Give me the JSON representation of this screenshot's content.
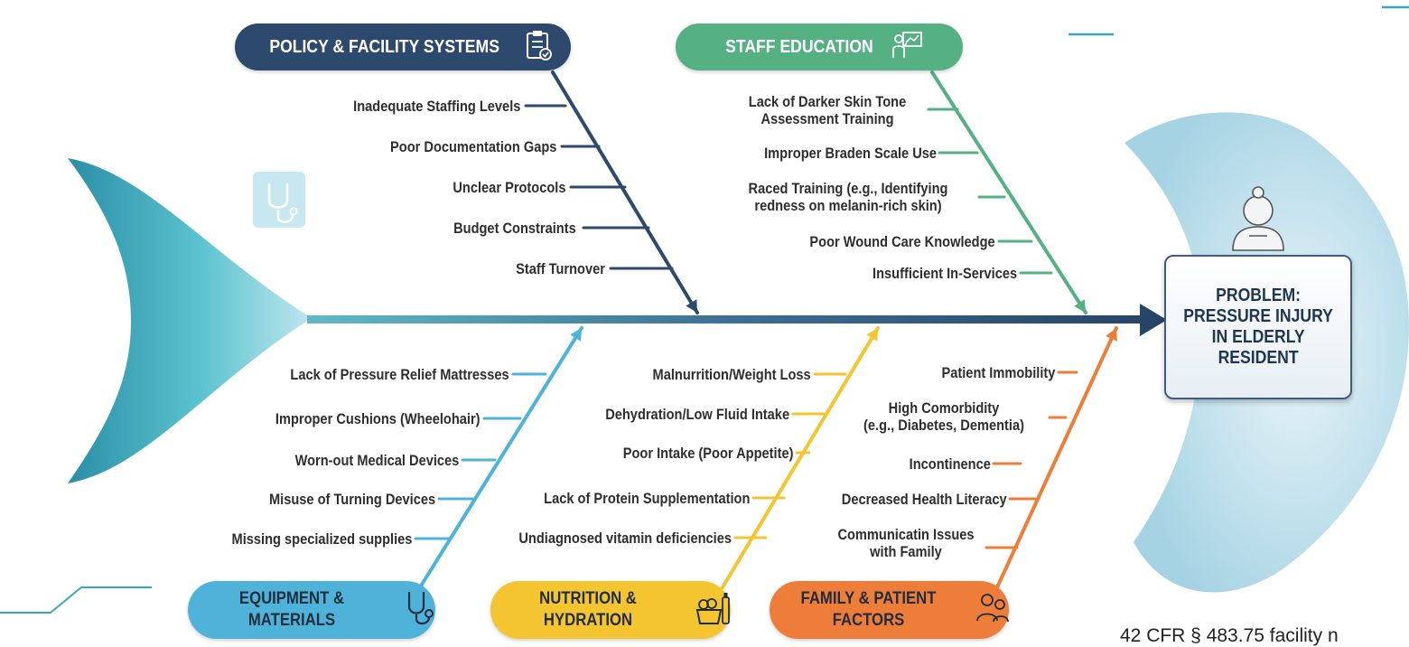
{
  "problem": {
    "lines": [
      "PROBLEM:",
      "PRESSURE INJURY",
      "IN ELDERLY",
      "RESIDENT"
    ]
  },
  "categories": {
    "policy": {
      "title": "POLICY & FACILITY SYSTEMS",
      "color": "#2d4a6e",
      "causes": [
        "Inadequate Staffing Levels",
        "Poor Documentation Gaps",
        "Unclear Protocols",
        "Budget Constraints",
        "Staff Turnover"
      ]
    },
    "staff": {
      "title": "STAFF EDUCATION",
      "color": "#55b083",
      "causes": [
        {
          "lines": [
            "Lack of Darker Skin Tone",
            "Assessment Training"
          ]
        },
        {
          "lines": [
            "Improper Braden Scale Use"
          ]
        },
        {
          "lines": [
            "Raced Training (e.g., Identifying",
            "redness on melanin-rich skin)"
          ]
        },
        {
          "lines": [
            "Poor Wound Care Knowledge"
          ]
        },
        {
          "lines": [
            "Insufficient In-Services"
          ]
        }
      ]
    },
    "equipment": {
      "title_lines": [
        "EQUIPMENT &",
        "MATERIALS"
      ],
      "color": "#4fb3d9",
      "causes": [
        "Lack of Pressure Relief Mattresses",
        "Improper Cushions (Wheelohair)",
        "Worn-out Medical Devices",
        "Misuse of Turning Devices",
        "Missing specialized supplies"
      ]
    },
    "nutrition": {
      "title_lines": [
        "NUTRITION &",
        "HYDRATION"
      ],
      "color": "#f5c431",
      "causes": [
        "Malnurrition/Weight Loss",
        "Dehydration/Low Fluid Intake",
        "Poor Intake (Poor Appetite)",
        "Lack of Protein Supplementation",
        "Undiagnosed vitamin deficiencies"
      ]
    },
    "family": {
      "title_lines": [
        "FAMILY & PATIENT",
        "FACTORS"
      ],
      "color": "#ee7d3a",
      "causes": [
        {
          "lines": [
            "Patient Immobility"
          ]
        },
        {
          "lines": [
            "High Comorbidity",
            "(e.g., Diabetes, Dementia)"
          ]
        },
        {
          "lines": [
            "Incontinence"
          ]
        },
        {
          "lines": [
            "Decreased Health Literacy"
          ]
        },
        {
          "lines": [
            "Communicatin Issues",
            "with Family"
          ]
        }
      ]
    }
  },
  "icons": {
    "policy": "clipboard-checklist-icon",
    "staff": "teacher-presentation-icon",
    "equipment": "stethoscope-icon",
    "nutrition": "food-basket-icon",
    "family": "family-people-icon",
    "problem": "elderly-resident-icon",
    "decor": "stethoscope-tile-icon"
  },
  "footer": {
    "citation": "42 CFR § 483.75 facility n"
  },
  "colors": {
    "spine": "#2d4a6e",
    "tail": "#3aa7b8",
    "head": "#a9d6e6"
  }
}
